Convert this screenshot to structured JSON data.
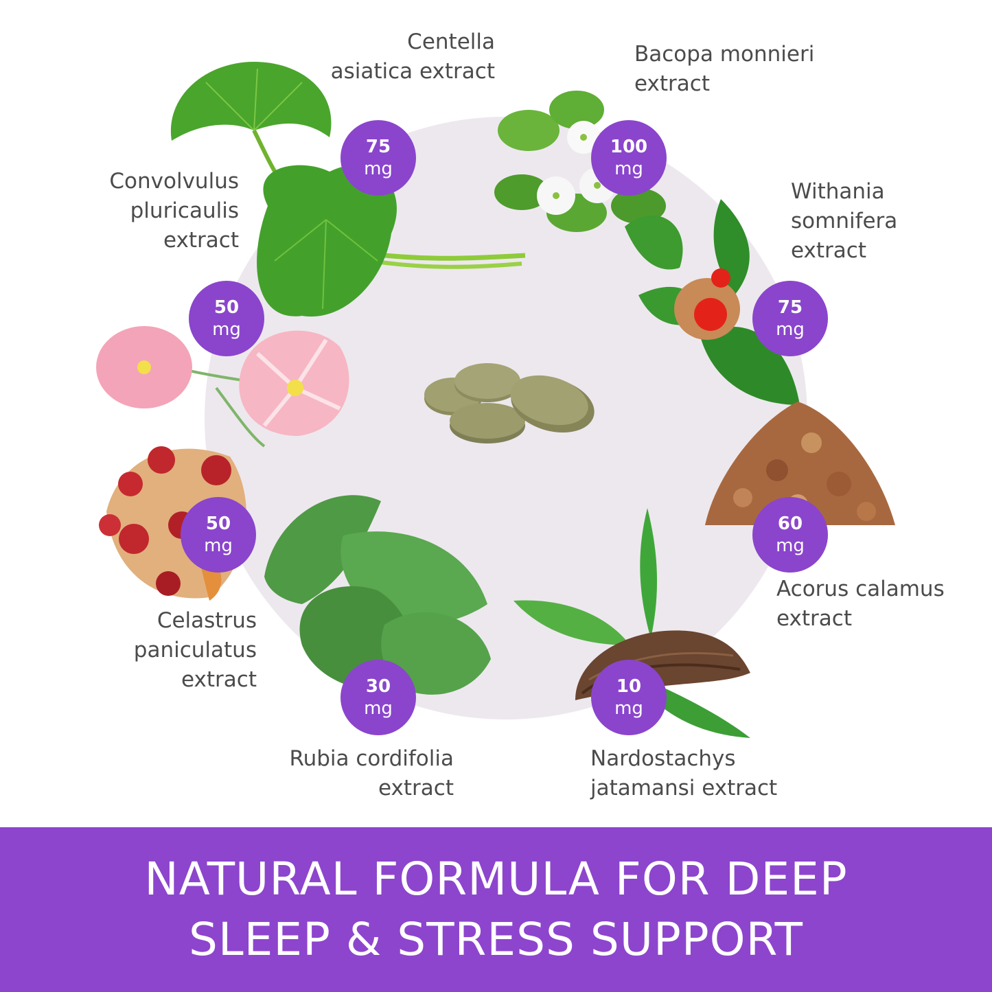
{
  "colors": {
    "accent": "#8a45cc",
    "banner": "#8d45cd",
    "circle": "#ede8ee",
    "text": "#4b4b4b"
  },
  "ingredients": [
    {
      "name_lines": [
        "Centella",
        "asiatica extract"
      ],
      "dose": "75",
      "unit": "mg",
      "icon": "centella-leaf-icon"
    },
    {
      "name_lines": [
        "Bacopa monnieri",
        "extract"
      ],
      "dose": "100",
      "unit": "mg",
      "icon": "bacopa-flower-icon"
    },
    {
      "name_lines": [
        "Withania",
        "somnifera",
        "extract"
      ],
      "dose": "75",
      "unit": "mg",
      "icon": "withania-berry-icon"
    },
    {
      "name_lines": [
        "Acorus calamus",
        "extract"
      ],
      "dose": "60",
      "unit": "mg",
      "icon": "acorus-root-pile-icon"
    },
    {
      "name_lines": [
        "Nardostachys",
        "jatamansi extract"
      ],
      "dose": "10",
      "unit": "mg",
      "icon": "nardostachys-root-icon"
    },
    {
      "name_lines": [
        "Rubia cordifolia",
        "extract"
      ],
      "dose": "30",
      "unit": "mg",
      "icon": "rubia-leaf-icon"
    },
    {
      "name_lines": [
        "Celastrus",
        "paniculatus",
        "extract"
      ],
      "dose": "50",
      "unit": "mg",
      "icon": "celastrus-seed-icon"
    },
    {
      "name_lines": [
        "Convolvulus",
        "pluricaulis",
        "extract"
      ],
      "dose": "50",
      "unit": "mg",
      "icon": "convolvulus-flower-icon"
    }
  ],
  "center_icon": "tablets-icon",
  "banner": {
    "lines": [
      "NATURAL FORMULA FOR DEEP",
      "SLEEP & STRESS SUPPORT"
    ]
  }
}
